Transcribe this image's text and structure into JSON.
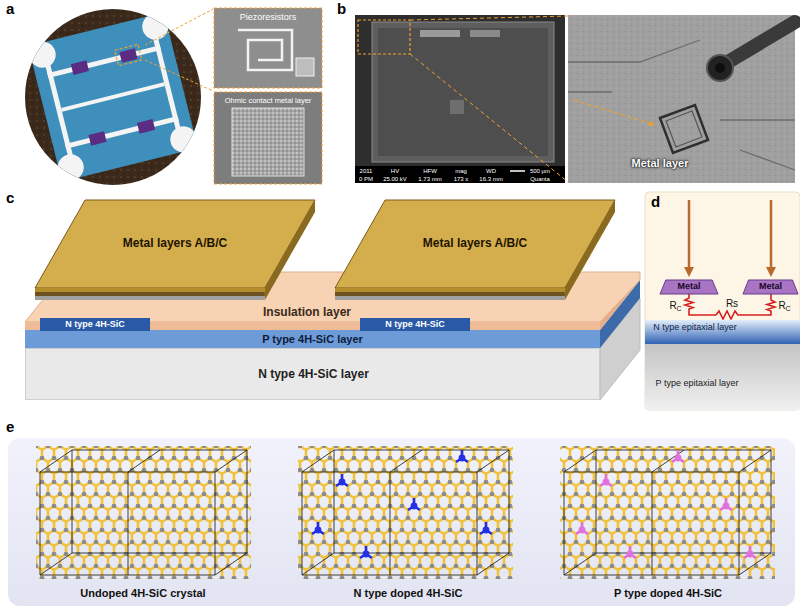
{
  "diagram": {
    "nodes": [
      {
        "text": [
          "Piezoresistors"
        ]
      },
      {
        "text": [
          "Ohmic contact metal layer"
        ]
      },
      {
        "text": [
          "2011",
          "0 PM",
          "HV",
          "25.00 kV",
          "HFW",
          "1.73 mm",
          "mag",
          "173 x",
          "WD",
          "16.3 mm",
          "500 µm",
          "Quanta"
        ]
      },
      {
        "text": [
          "Metal layer"
        ]
      },
      {
        "text": [
          "Metal layers A/B/C"
        ]
      },
      {
        "text": [
          "Metal layers A/B/C"
        ]
      },
      {
        "text": [
          "Insulation layer"
        ]
      },
      {
        "text": [
          "N type 4H-SiC"
        ]
      },
      {
        "text": [
          "N type 4H-SiC"
        ]
      },
      {
        "text": [
          "P type 4H-SiC layer"
        ]
      },
      {
        "text": [
          "N type 4H-SiC layer"
        ]
      },
      {
        "text": [
          "R",
          "C",
          "Rs",
          "R",
          "C"
        ]
      },
      {
        "text": [
          "Metal"
        ],
        "in": 11
      },
      {
        "text": [
          "Metal"
        ],
        "in": 11
      },
      {
        "text": [
          "N type epitaxial layer"
        ],
        "in": 11
      },
      {
        "text": [
          "P type epitaxial layer"
        ],
        "in": 11
      },
      {
        "text": [
          "Undoped 4H-SiC crystal",
          "N type doped 4H-SiC",
          "P type doped 4H-SiC"
        ]
      }
    ],
    "labels": [
      "a",
      "b",
      "c",
      "d",
      "e"
    ]
  }
}
